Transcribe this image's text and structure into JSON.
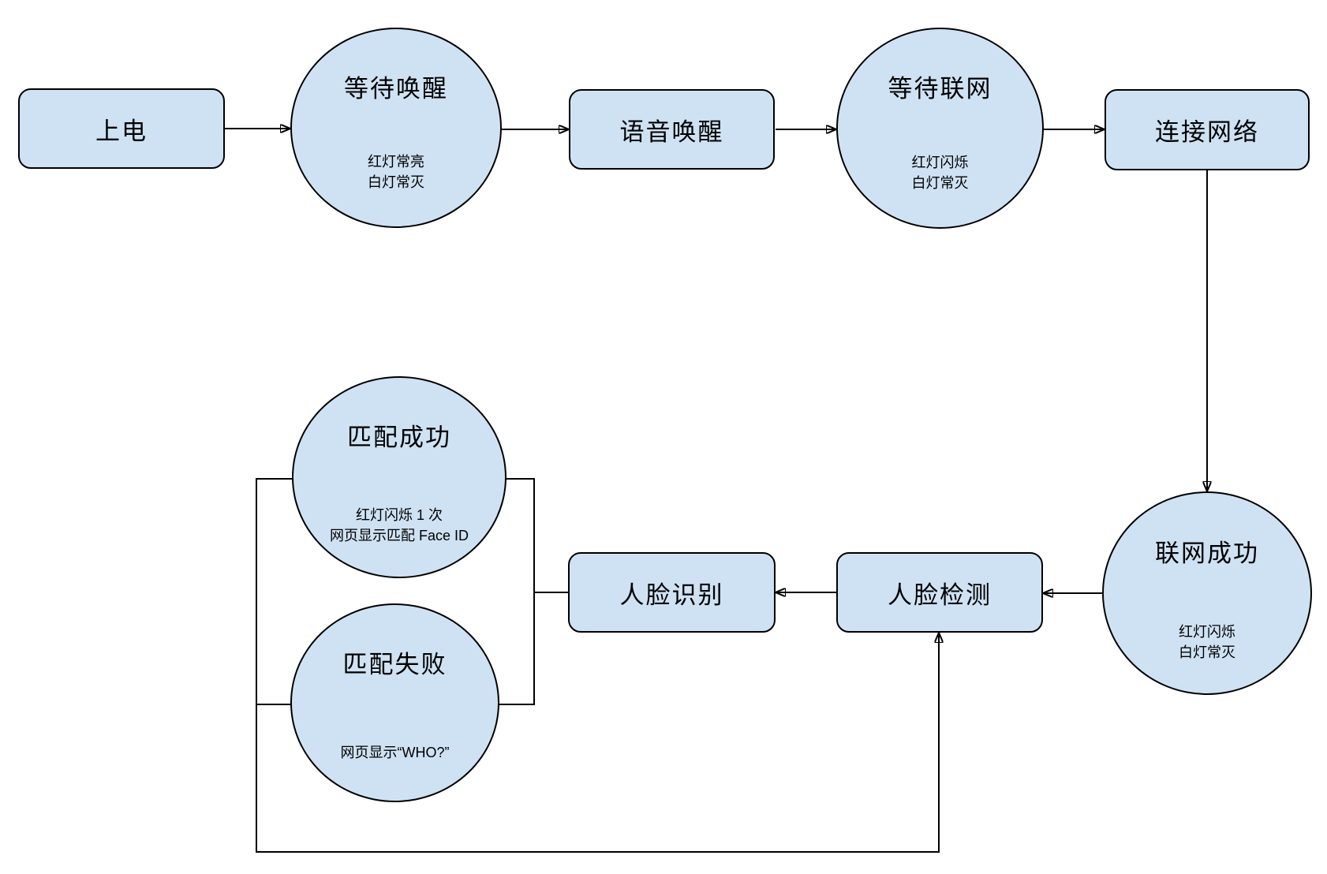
{
  "diagram": {
    "background_color": "#ffffff",
    "node_fill_color": "#cfe2f3",
    "node_border_color": "#000000",
    "connector_color": "#000000",
    "nodes": {
      "power_on": {
        "shape": "rectangle",
        "label": "上电"
      },
      "wait_wake": {
        "shape": "ellipse",
        "title": "等待唤醒",
        "sub": "红灯常亮\n白灯常灭"
      },
      "voice_wake": {
        "shape": "rectangle",
        "label": "语音唤醒"
      },
      "wait_network": {
        "shape": "ellipse",
        "title": "等待联网",
        "sub": "红灯闪烁\n白灯常灭"
      },
      "connect_network": {
        "shape": "rectangle",
        "label": "连接网络"
      },
      "network_success": {
        "shape": "ellipse",
        "title": "联网成功",
        "sub": "红灯闪烁\n白灯常灭"
      },
      "face_detect": {
        "shape": "rectangle",
        "label": "人脸检测"
      },
      "face_recognize": {
        "shape": "rectangle",
        "label": "人脸识别"
      },
      "match_success": {
        "shape": "ellipse",
        "title": "匹配成功",
        "sub": "红灯闪烁 1 次\n网页显示匹配 Face ID"
      },
      "match_fail": {
        "shape": "ellipse",
        "title": "匹配失败",
        "sub": "网页显示“WHO?”"
      }
    },
    "edges": [
      {
        "from": "上电",
        "to": "等待唤醒"
      },
      {
        "from": "等待唤醒",
        "to": "语音唤醒"
      },
      {
        "from": "语音唤醒",
        "to": "等待联网"
      },
      {
        "from": "等待联网",
        "to": "连接网络"
      },
      {
        "from": "连接网络",
        "to": "联网成功"
      },
      {
        "from": "联网成功",
        "to": "人脸检测"
      },
      {
        "from": "人脸检测",
        "to": "人脸识别"
      },
      {
        "from": "人脸识别",
        "to": "匹配成功"
      },
      {
        "from": "人脸识别",
        "to": "匹配失败"
      },
      {
        "from": "匹配成功",
        "to": "人脸检测"
      },
      {
        "from": "匹配失败",
        "to": "人脸检测"
      }
    ]
  }
}
